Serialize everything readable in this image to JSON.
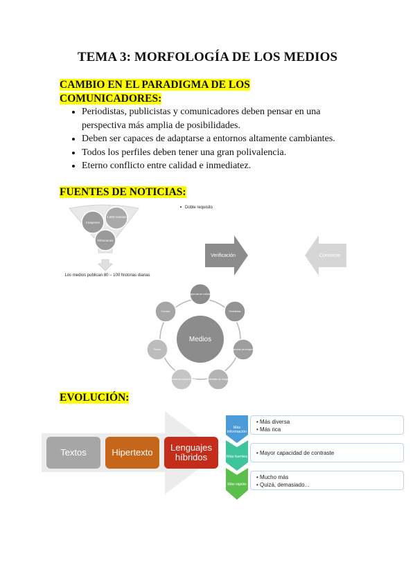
{
  "title": "TEMA 3: MORFOLOGÍA DE LOS MEDIOS",
  "section1": {
    "heading_line1": "CAMBIO EN EL PARADIGMA DE LOS",
    "heading_line2": "COMUNICADORES:",
    "bullets": [
      "Periodistas, publicistas y comunicadores deben pensar en una perspectiva más amplia de posibilidades.",
      "Deben ser capaces de adaptarse a entornos altamente cambiantes.",
      "Todos los perfiles deben tener una gran polivalencia.",
      "Eterno conflicto entre calidad e inmediatez."
    ]
  },
  "section2": {
    "heading": "FUENTES DE NOTICIAS:",
    "funnel": {
      "circle_a": "Imágenes",
      "circle_b": "1.500 noticias",
      "circle_c": "Filtraciones",
      "caption": "Los medios publican 80 – 100 historias diarias"
    },
    "requirement": "Doble requisito",
    "arrow_right": "Verificación",
    "arrow_left": "Contraste",
    "cycle": {
      "center": "Medios",
      "nodes": [
        "Agencias de noticias",
        "Periodistas",
        "Agencias de imágenes",
        "Gabinetes de Imagen",
        "Gabinetes de comunicación",
        "Redes",
        "Fuentes"
      ]
    }
  },
  "section3": {
    "heading": "EVOLUCIÓN:",
    "stages": [
      "Textos",
      "Hipertexto",
      "Lenguajes híbridos"
    ],
    "chevrons": [
      {
        "label": "Más información",
        "items": [
          "Más diversa",
          "Más rica"
        ]
      },
      {
        "label": "Más fuentes",
        "items": [
          "Mayor capacidad de contraste"
        ]
      },
      {
        "label": "Más rápido",
        "items": [
          "Mucho más",
          "Quizá, demasiado..."
        ]
      }
    ]
  },
  "colors": {
    "highlight": "#ffff00",
    "textos": "#a6a6a6",
    "hipertexto": "#c5661b",
    "hibridos": "#c42d1a",
    "chevron1": "#4a9bd8",
    "chevron2": "#3fc49b",
    "chevron3": "#5cbf4d"
  }
}
